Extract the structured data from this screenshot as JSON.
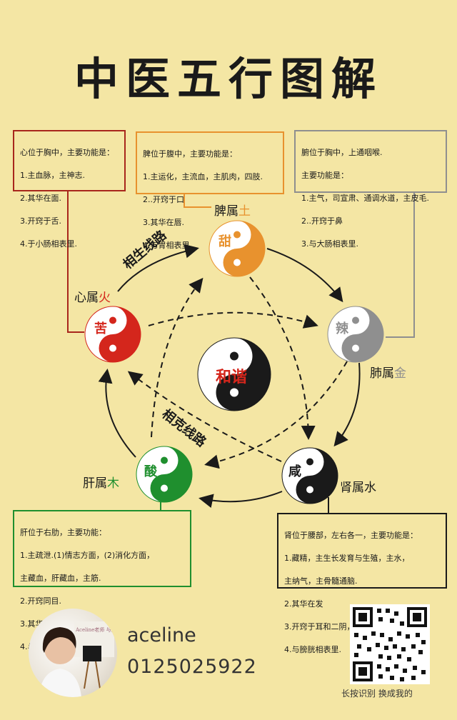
{
  "title": "中医五行图解",
  "center": {
    "text": "和谐"
  },
  "routes": {
    "sheng": "相生线路",
    "ke": "相克线路"
  },
  "elements": {
    "heart": {
      "prefix": "心属",
      "element": "火",
      "taste": "苦",
      "color": "#d4261c",
      "box": [
        "心位于胸中，主要功能是：",
        "1.主血脉，主神志.",
        "2.其华在面.",
        "3.开窍于舌.",
        "4.于小肠相表里."
      ]
    },
    "spleen": {
      "prefix": "脾属",
      "element": "土",
      "taste": "甜",
      "color": "#e8922e",
      "box": [
        "脾位于腹中，主要功能是：",
        "1.主运化，主流血，主肌肉，四肢.",
        "2..开窍于口",
        "3.其华在唇.",
        "4.与胃相表里."
      ]
    },
    "lung": {
      "prefix": "肺属",
      "element": "金",
      "taste": "辣",
      "color": "#8f8f8f",
      "box": [
        "腑位于胸中，上通咽喉.",
        "主要功能是：",
        "1.主气，司宣肃、通调水道，主皮毛.",
        "2..开窍于鼻",
        "3.与大肠相表里."
      ]
    },
    "kidney": {
      "prefix": "肾属",
      "element": "水",
      "taste": "咸",
      "color": "#1a1a1a",
      "box": [
        "肾位于腰部，左右各一，主要功能是：",
        "1.藏精，主生长发育与生殖，主水，",
        "   主纳气，主骨髓通脑.",
        "2.其华在发",
        "3.开窍于耳和二阴，司二便.",
        "4.与膀胱相表里."
      ]
    },
    "liver": {
      "prefix": "肝属",
      "element": "木",
      "taste": "酸",
      "color": "#1f8f2e",
      "box": [
        "肝位于右肋，主要功能：",
        "1.主疏泄.(1)情志方面，(2)消化方面，",
        "主藏血，肝藏血，主筋.",
        "2.开窍同目.",
        "3.其华在爪.",
        "4.与胆相表里."
      ]
    }
  },
  "footer": {
    "name": "aceline",
    "phone": "0125025922",
    "photo_caption": "Aceline老师 与您分享身心之旅",
    "qr_caption": "长按识别 换成我的"
  }
}
